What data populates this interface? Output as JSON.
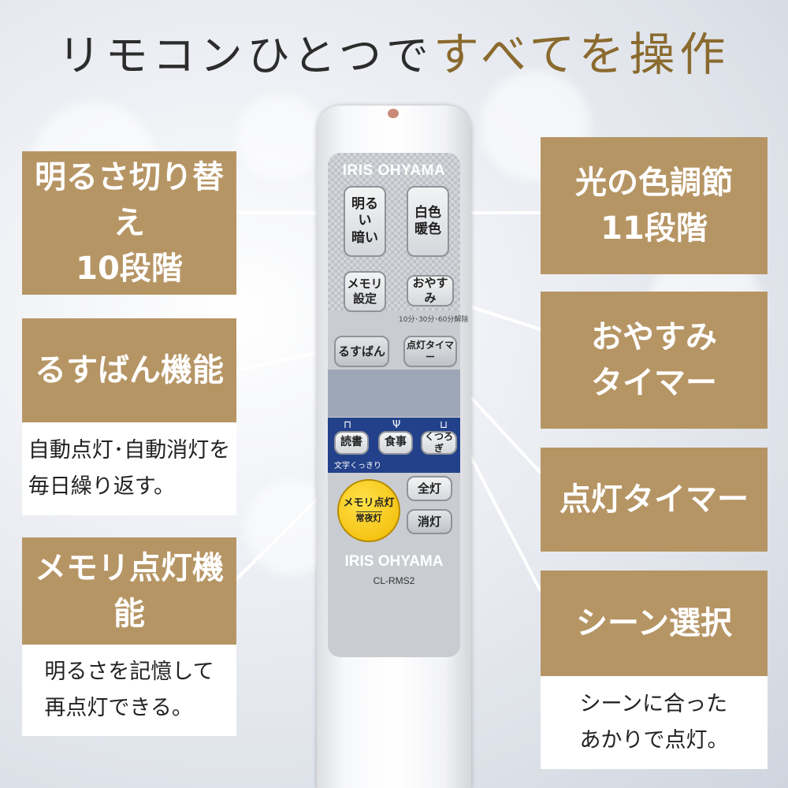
{
  "title": {
    "part1": "リモコンひとつで",
    "part2": "すべてを操作"
  },
  "features": {
    "brightness": "明るさ切り替え\n10段階",
    "color": "光の色調節\n11段階",
    "sleep": "おやすみ\nタイマー",
    "away": "るすばん機能",
    "away_desc": "自動点灯･自動消灯を\n毎日繰り返す。",
    "timer": "点灯タイマー",
    "memory": "メモリ点灯機能",
    "memory_desc": "明るさを記憶して\n再点灯できる。",
    "scene": "シーン選択",
    "scene_desc": "シーンに合った\nあかりで点灯。"
  },
  "remote": {
    "brand": "IRIS OHYAMA",
    "model": "CL-RMS2",
    "buttons": {
      "bright": "明るい\n暗い",
      "color": "白色\n暖色",
      "memory_set": "メモリ\n設定",
      "sleep": "おやすみ",
      "sleep_note": "10分･30分･60分解除",
      "away": "るすばん",
      "timer": "点灯タイマー",
      "read": "読書",
      "read_note": "文字くっきり",
      "meal": "食事",
      "relax": "くつろぎ",
      "all_on": "全灯",
      "memory_on": "メモリ点灯",
      "night": "常夜灯",
      "off": "消灯"
    }
  },
  "colors": {
    "accent": "#b69565",
    "title_gold": "#8a6a2e"
  }
}
